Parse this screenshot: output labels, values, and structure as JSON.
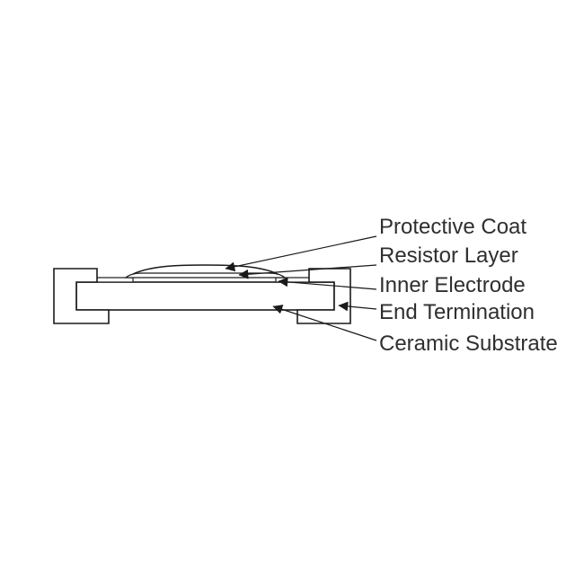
{
  "diagram": {
    "name": "chip-resistor-cross-section",
    "colors": {
      "background": "#ffffff",
      "line": "#1a1a1a",
      "text": "#2f2f2f"
    },
    "labels": {
      "protective_coat": "Protective Coat",
      "resistor_layer": "Resistor Layer",
      "inner_electrode": "Inner Electrode",
      "end_termination": "End Termination",
      "ceramic_substrate": "Ceramic Substrate"
    }
  }
}
